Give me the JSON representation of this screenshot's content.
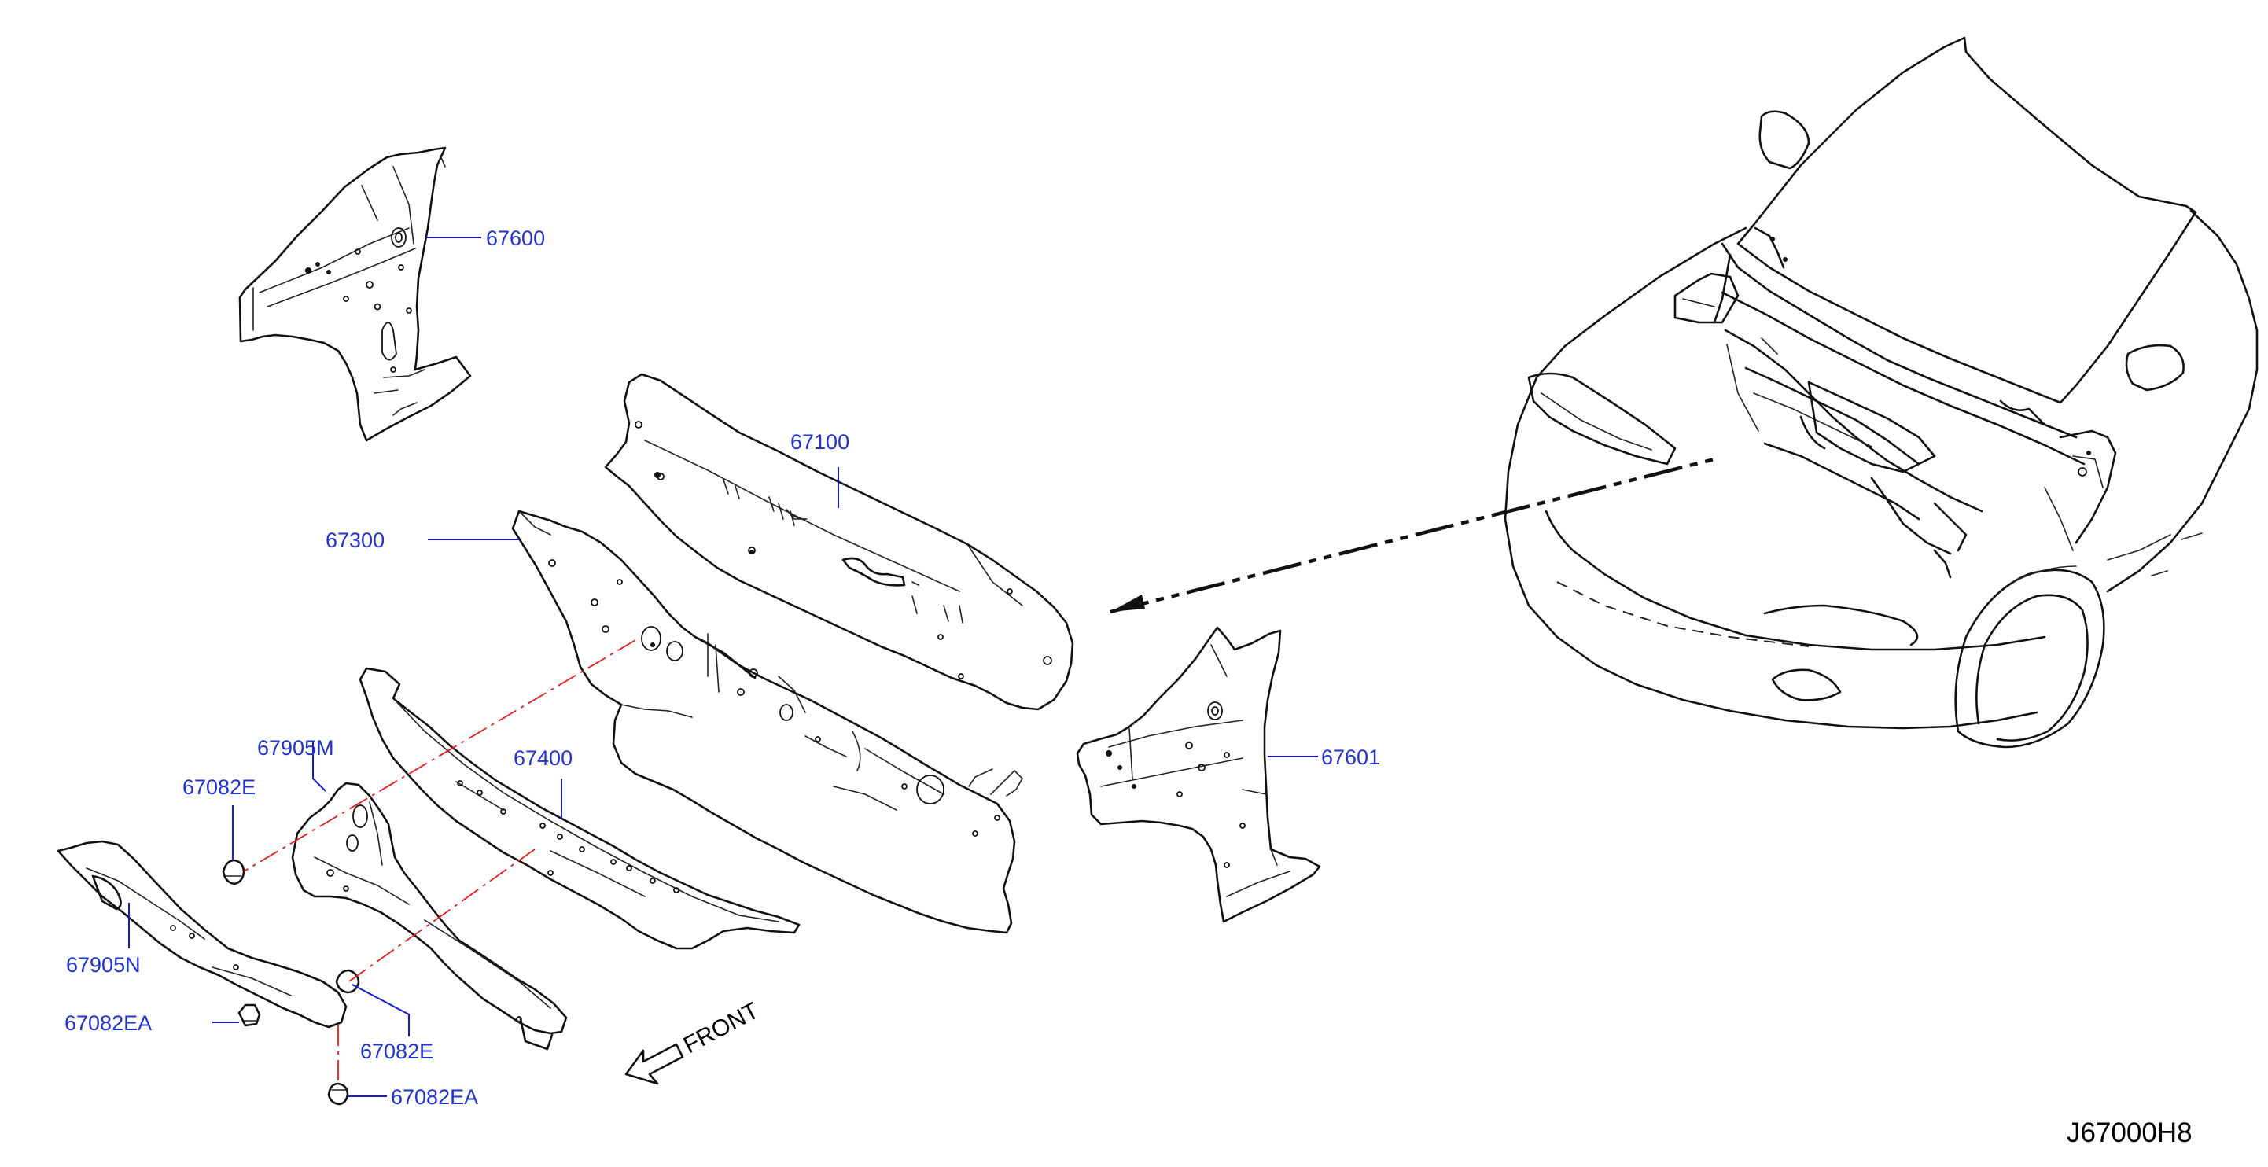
{
  "diagram_code": "J67000H8",
  "front_label": "FRONT",
  "parts": {
    "p67600": "67600",
    "p67100": "67100",
    "p67300": "67300",
    "p67601": "67601",
    "p67400": "67400",
    "p67905M": "67905M",
    "p67082E_top": "67082E",
    "p67905N": "67905N",
    "p67082EA_left": "67082EA",
    "p67082E_bottom": "67082E",
    "p67082EA_bottom": "67082EA"
  },
  "colors": {
    "label": "#2233cc",
    "leader": "#1a1acc",
    "centerline": "#e02020",
    "outline": "#111111"
  }
}
